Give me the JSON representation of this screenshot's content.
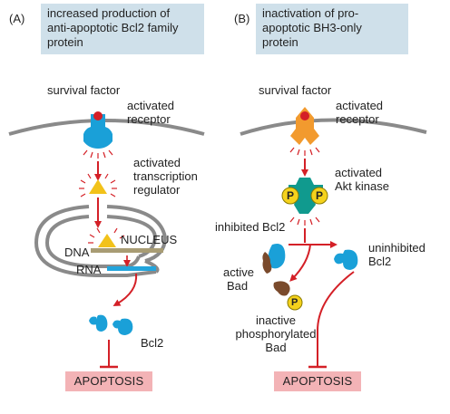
{
  "panel_a": {
    "letter": "(A)",
    "title_line1": "increased production of",
    "title_line2": "anti-apoptotic Bcl2 family",
    "title_line3": "protein",
    "survival_factor": "survival factor",
    "receptor_line1": "activated",
    "receptor_line2": "receptor",
    "tr_line1": "activated",
    "tr_line2": "transcription",
    "tr_line3": "regulator",
    "nucleus": "NUCLEUS",
    "dna": "DNA",
    "rna": "RNA",
    "bcl2": "Bcl2",
    "apoptosis": "APOPTOSIS"
  },
  "panel_b": {
    "letter": "(B)",
    "title_line1": "inactivation of pro-",
    "title_line2": "apoptotic BH3-only",
    "title_line3": "protein",
    "survival_factor": "survival factor",
    "receptor_line1": "activated",
    "receptor_line2": "receptor",
    "akt_line1": "activated",
    "akt_line2": "Akt kinase",
    "p_label": "P",
    "inhibited_bcl2": "inhibited Bcl2",
    "active_bad_line1": "active",
    "active_bad_line2": "Bad",
    "uninhibited_line1": "uninhibited",
    "uninhibited_line2": "Bcl2",
    "inactive_line1": "inactive",
    "inactive_line2": "phosphorylated",
    "inactive_line3": "Bad",
    "apoptosis": "APOPTOSIS"
  },
  "colors": {
    "membrane": "#8a8a8a",
    "arrow": "#d42027",
    "bcl2": "#1aa0d8",
    "receptor_a": "#1aa0d8",
    "receptor_b": "#f29a2e",
    "ligand": "#d42027",
    "tf": "#f2c21a",
    "akt": "#109a8e",
    "phospho": "#f5d21c",
    "bad": "#7a4a2c",
    "dna": "#a89c74",
    "rna": "#22a4dc",
    "title_bg": "#cfe0ea",
    "apoptosis_bg": "#f3b3b6"
  }
}
